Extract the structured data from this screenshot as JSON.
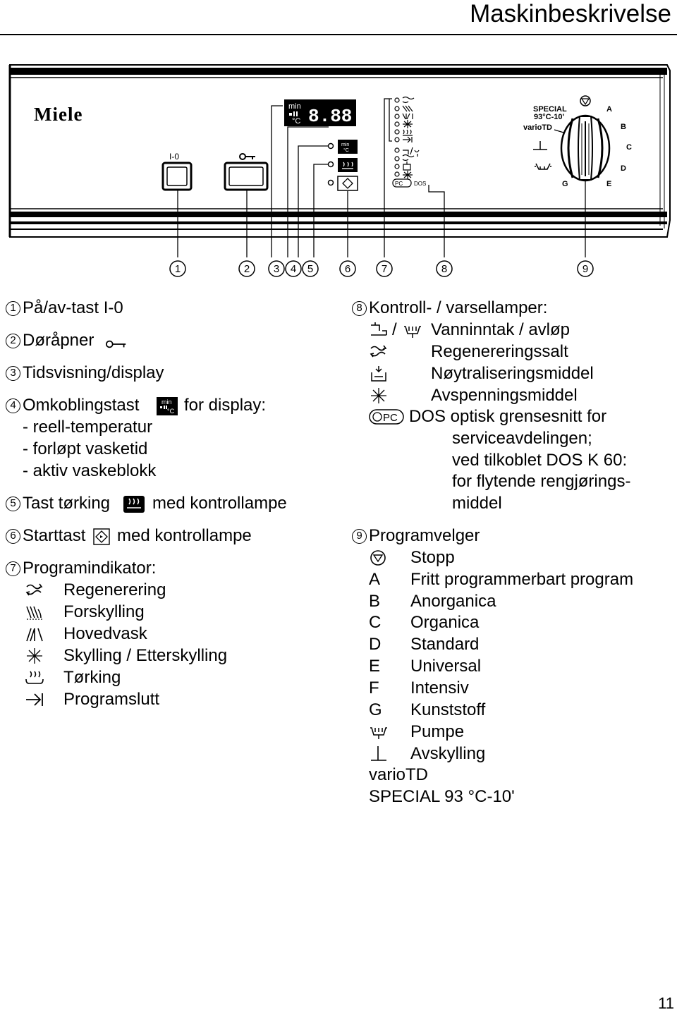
{
  "header": {
    "title": "Maskinbeskrivelse"
  },
  "panel": {
    "brand": "Miele",
    "onoff_label": "I-0",
    "display_digits": "8.88",
    "display_unit_top": "min",
    "display_unit_bottom": "°C",
    "small_min": "min",
    "small_c": "°C",
    "program_dial_special": "SPECIAL",
    "program_dial_special_temp": "93°C-10'",
    "program_dial_variotd": "varioTD",
    "dial_letters": [
      "A",
      "B",
      "C",
      "D",
      "E",
      "G"
    ],
    "dos_label": "DOS",
    "pc_label": "PC",
    "callouts": [
      "1",
      "2",
      "3",
      "4",
      "5",
      "6",
      "7",
      "8",
      "9"
    ]
  },
  "left": {
    "items": [
      {
        "num": "1",
        "text": "På/av-tast I-0"
      },
      {
        "num": "2",
        "text": "Døråpner"
      },
      {
        "num": "3",
        "text": "Tidsvisning/display"
      },
      {
        "num": "4",
        "text": "Omkoblingstast",
        "text_after": "for display:"
      },
      {
        "num": "5",
        "text": "Tast tørking",
        "text_after": "med kontrollampe"
      },
      {
        "num": "6",
        "text": "Starttast",
        "text_after": "med kontrollampe"
      },
      {
        "num": "7",
        "text": "Programindikator:"
      }
    ],
    "sublines_4": [
      "- reell-temperatur",
      "- forløpt vasketid",
      "- aktiv vaskeblokk"
    ],
    "program_indicators": [
      "Regenerering",
      "Forskylling",
      "Hovedvask",
      "Skylling / Etterskylling",
      "Tørking",
      "Programslutt"
    ]
  },
  "right": {
    "item8": {
      "num": "8",
      "text": "Kontroll- / varsellamper:"
    },
    "lamps": [
      {
        "text": "Vanninntak / avløp"
      },
      {
        "text": "Regenereringssalt"
      },
      {
        "text": "Nøytraliseringsmiddel"
      },
      {
        "text": "Avspenningsmiddel"
      }
    ],
    "dos_line": "DOS optisk grensesnitt for",
    "dos_cont": [
      "serviceavdelingen;",
      "ved tilkoblet DOS K 60:",
      "for flytende rengjørings-",
      "middel"
    ],
    "item9": {
      "num": "9",
      "text": "Programvelger"
    },
    "programs": [
      {
        "key": "",
        "text": "Stopp"
      },
      {
        "key": "A",
        "text": "Fritt programmerbart program"
      },
      {
        "key": "B",
        "text": "Anorganica"
      },
      {
        "key": "C",
        "text": "Organica"
      },
      {
        "key": "D",
        "text": "Standard"
      },
      {
        "key": "E",
        "text": "Universal"
      },
      {
        "key": "F",
        "text": "Intensiv"
      },
      {
        "key": "G",
        "text": "Kunststoff"
      },
      {
        "key": "",
        "text": "Pumpe"
      },
      {
        "key": "",
        "text": "Avskylling"
      }
    ],
    "tail": [
      "varioTD",
      "SPECIAL 93 °C-10'"
    ]
  },
  "footer": {
    "page": "11"
  }
}
